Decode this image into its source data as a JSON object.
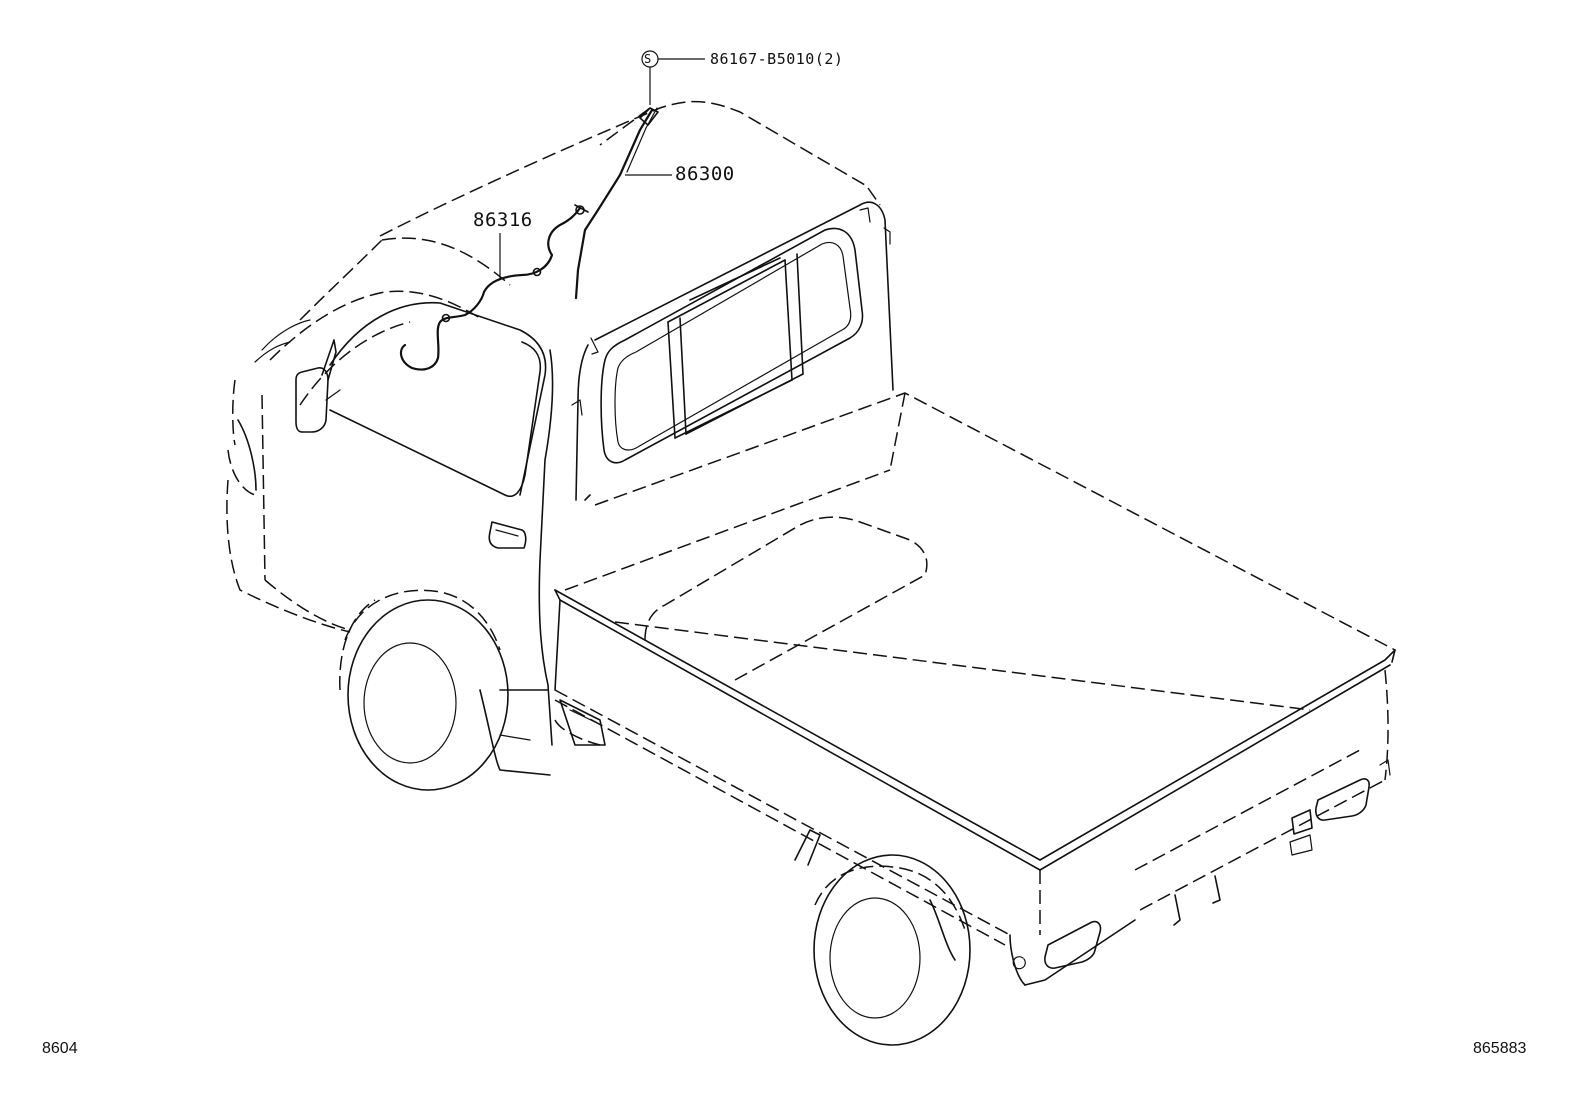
{
  "callouts": {
    "part_86167": {
      "symbol": "S",
      "text": "86167-B5010(2)"
    },
    "part_86300": {
      "text": "86300"
    },
    "part_86316": {
      "text": "86316"
    }
  },
  "footer": {
    "left_code": "8604",
    "right_code": "865883"
  },
  "colors": {
    "ink": "#111111",
    "background": "#ffffff"
  }
}
